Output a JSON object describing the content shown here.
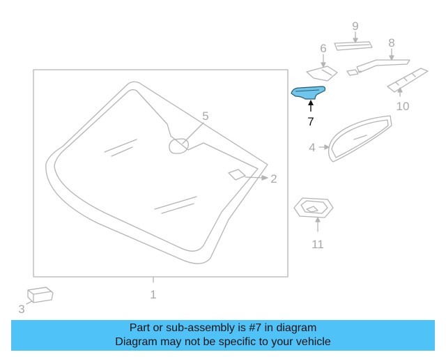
{
  "callouts": {
    "c1": "1",
    "c2": "2",
    "c3": "3",
    "c4": "4",
    "c5": "5",
    "c6": "6",
    "c7": "7",
    "c8": "8",
    "c9": "9",
    "c10": "10",
    "c11": "11"
  },
  "highlight_part": "7",
  "colors": {
    "highlight_fill": "#6ec6ea",
    "banner_bg": "#4fc3f7",
    "line": "#b4b4b4"
  },
  "banner": {
    "line1": "Part or sub-assembly is #7 in diagram",
    "line2": "Diagram may not be specific to your vehicle"
  }
}
